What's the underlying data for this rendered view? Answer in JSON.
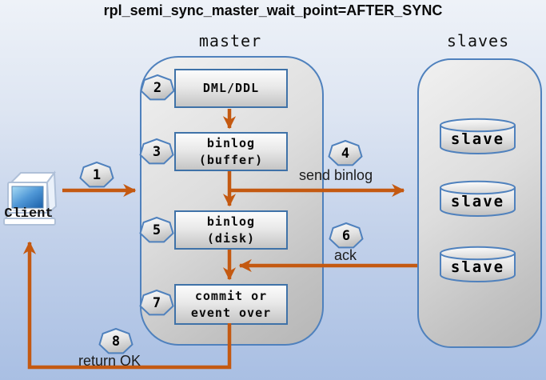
{
  "title": "rpl_semi_sync_master_wait_point=AFTER_SYNC",
  "client": {
    "label": "Client",
    "icon": "computer-monitor-icon"
  },
  "master": {
    "label": "master",
    "nodes": [
      {
        "id": "dml-ddl",
        "lines": [
          "DML/DDL"
        ]
      },
      {
        "id": "binlog-buffer",
        "lines": [
          "binlog",
          "(buffer)"
        ]
      },
      {
        "id": "binlog-disk",
        "lines": [
          "binlog",
          "(disk)"
        ]
      },
      {
        "id": "commit",
        "lines": [
          "commit or",
          "event over"
        ]
      }
    ]
  },
  "slaves": {
    "label": "slaves",
    "nodes": [
      {
        "label": "slave"
      },
      {
        "label": "slave"
      },
      {
        "label": "slave"
      }
    ]
  },
  "steps": [
    {
      "num": "1"
    },
    {
      "num": "2"
    },
    {
      "num": "3"
    },
    {
      "num": "4",
      "label": "send binlog"
    },
    {
      "num": "5"
    },
    {
      "num": "6",
      "label": "ack"
    },
    {
      "num": "7"
    },
    {
      "num": "8",
      "label": "return OK"
    }
  ],
  "colors": {
    "arrow": "#C45911",
    "node_border": "#3F72A8",
    "container_border": "#4F81BD",
    "background_top": "#EEF2F8",
    "background_bottom": "#A9BFE3",
    "screen_blue": "#1A5FA8"
  }
}
